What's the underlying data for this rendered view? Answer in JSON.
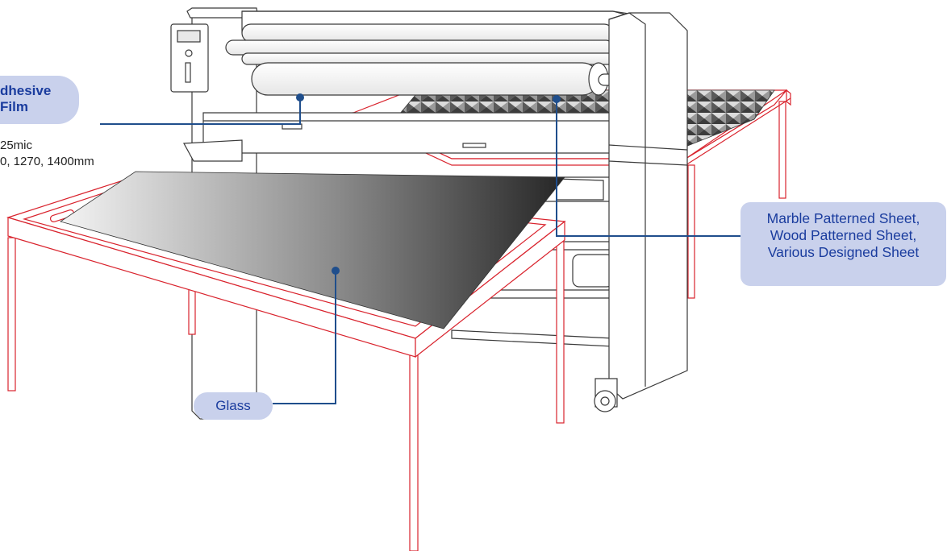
{
  "labels": {
    "adhesive_line1": "dhesive",
    "adhesive_line2": "Film",
    "adhesive_spec1": "25mic",
    "adhesive_spec2": "0, 1270, 1400mm",
    "sheet_line1": "Marble Patterned Sheet,",
    "sheet_line2": "Wood Patterned Sheet,",
    "sheet_line3": "Various Designed Sheet",
    "glass": "Glass"
  },
  "colors": {
    "callout_line": "#1f4e8c",
    "pill_fill": "#c9d1ec",
    "pill_text": "#1a3c9e",
    "table_frame": "#d9232d",
    "machine_outline": "#3a3a3a",
    "glass_dark": "#2b2b2b",
    "glass_light": "#f2f2f2"
  }
}
